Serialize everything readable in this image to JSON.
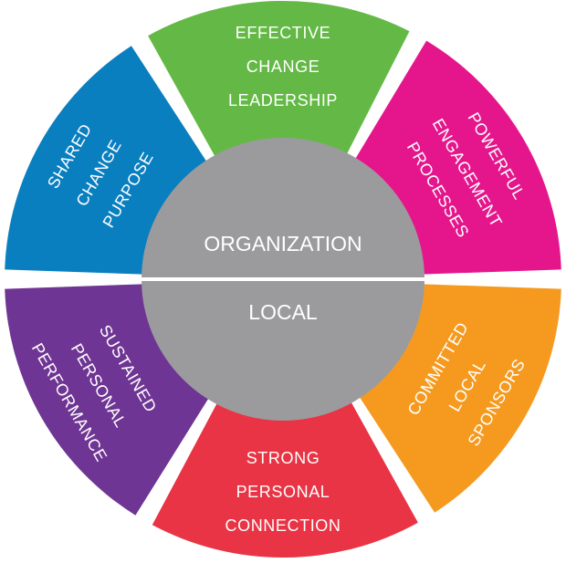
{
  "center": {
    "top_label": "ORGANIZATION",
    "bottom_label": "LOCAL",
    "color": "#9b9b9d"
  },
  "segments": [
    {
      "id": "effective-change-leadership",
      "lines": [
        "EFFECTIVE",
        "CHANGE",
        "LEADERSHIP"
      ],
      "color": "#64b946"
    },
    {
      "id": "powerful-engagement-processes",
      "lines": [
        "POWERFUL",
        "ENGAGEMENT",
        "PROCESSES"
      ],
      "color": "#e5168c"
    },
    {
      "id": "committed-local-sponsors",
      "lines": [
        "COMMITTED",
        "LOCAL",
        "SPONSORS"
      ],
      "color": "#f59a1f"
    },
    {
      "id": "strong-personal-connection",
      "lines": [
        "STRONG",
        "PERSONAL",
        "CONNECTION"
      ],
      "color": "#e83445"
    },
    {
      "id": "sustained-personal-performance",
      "lines": [
        "SUSTAINED",
        "PERSONAL",
        "PERFORMANCE"
      ],
      "color": "#6f3594"
    },
    {
      "id": "shared-change-purpose",
      "lines": [
        "SHARED",
        "CHANGE",
        "PURPOSE"
      ],
      "color": "#0a7fc0"
    }
  ]
}
